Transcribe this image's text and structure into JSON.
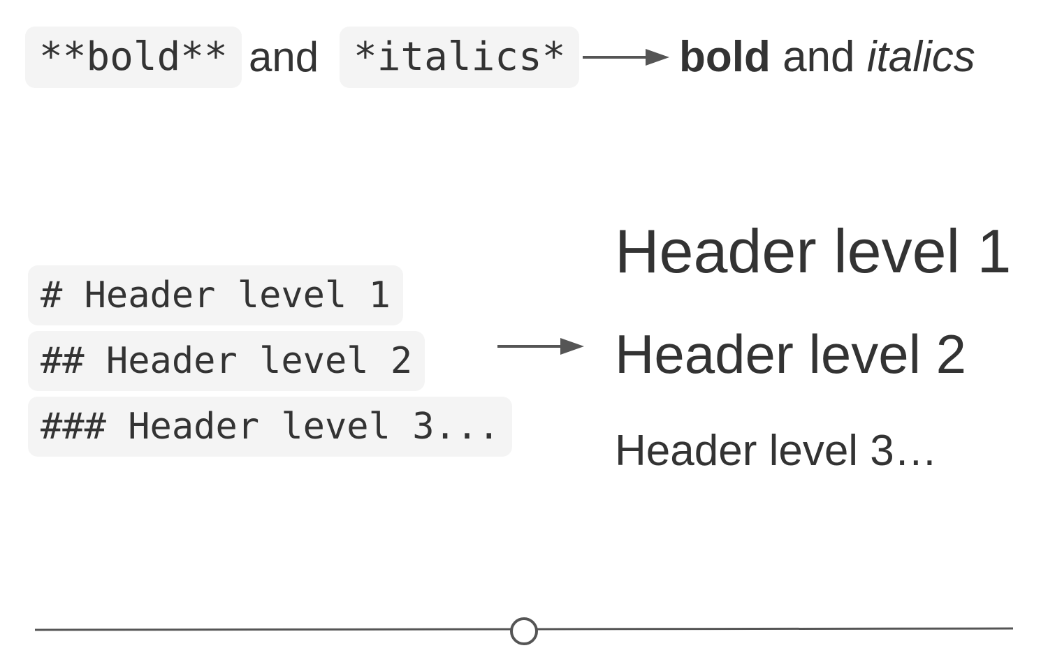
{
  "row1": {
    "code_bold": "**bold**",
    "joiner": "and",
    "code_italics": "*italics*",
    "result": {
      "bold": "bold",
      "and": " and ",
      "italics": "italics"
    }
  },
  "row2": {
    "code_lines": [
      "# Header level 1",
      "## Header level 2",
      "### Header level 3..."
    ],
    "rendered": {
      "h1": "Header level 1",
      "h2": "Header level 2",
      "h3": "Header level 3…"
    }
  },
  "colors": {
    "text": "#333333",
    "code_background": "#f4f4f4",
    "arrow": "#555555"
  },
  "icons": {
    "arrow": "right-arrow-icon",
    "divider_knob": "circle-icon"
  }
}
